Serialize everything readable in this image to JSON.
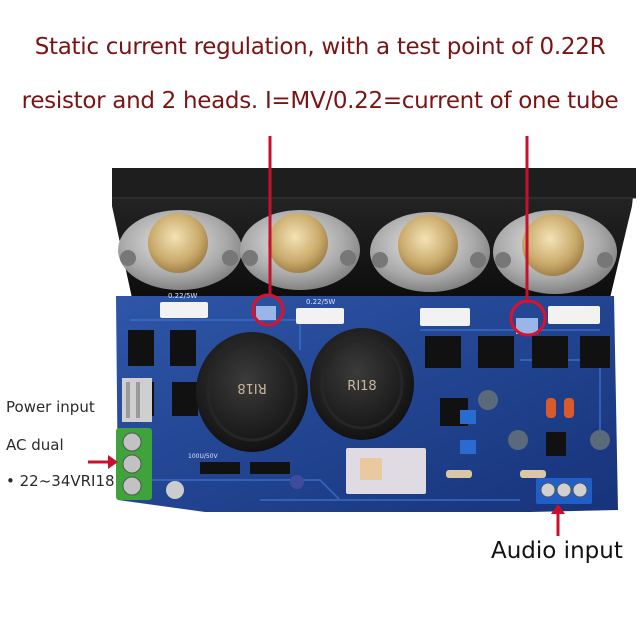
{
  "annotation": {
    "line1": "Static current regulation, with a test point of 0.22R",
    "line2": "resistor and 2 heads. I=MV/0.22=current of one tube"
  },
  "power_label": {
    "line1": "Power input",
    "line2": "AC dual",
    "line3": "• 22~34VRI18"
  },
  "audio_label": "Audio input",
  "board_text": {
    "cap_left": "RI18",
    "cap_right": "RI18",
    "resistor_left": "0.22/5W",
    "resistor_mid": "0.22/5W",
    "cap_rating": "100U/50V"
  },
  "colors": {
    "annotation_text": "#7a1414",
    "pcb": "#1f3f8a",
    "heatsink": "#141414",
    "arrow": "#c8102e",
    "terminal": "#3ea33a",
    "audio_terminal": "#1f5fc7"
  }
}
